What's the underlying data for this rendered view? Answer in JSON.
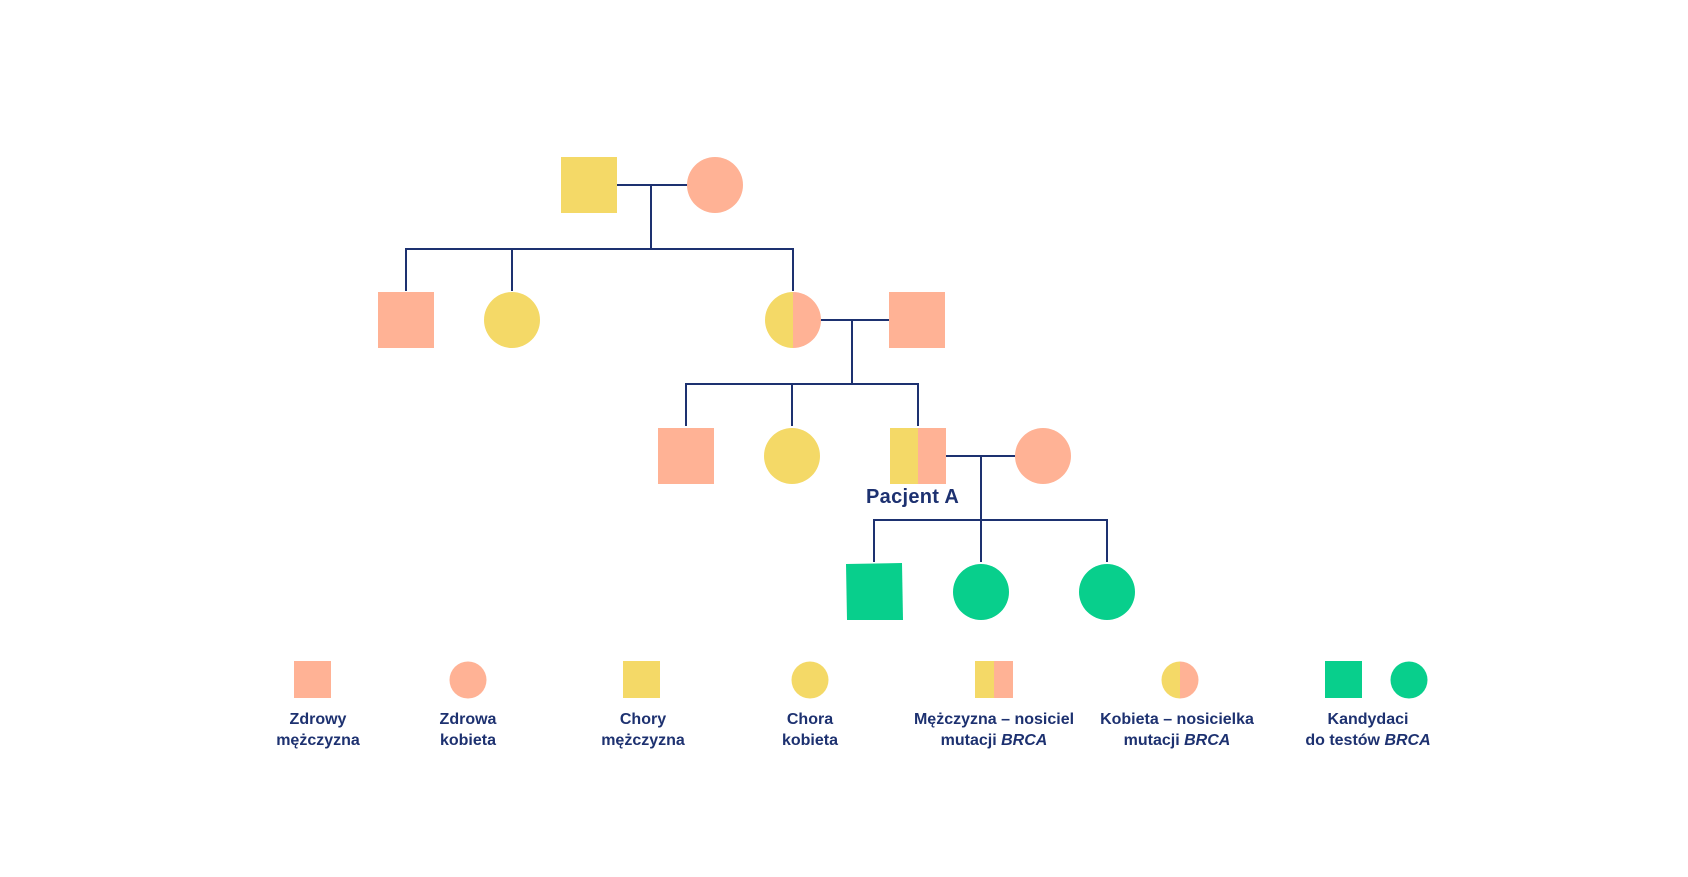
{
  "colors": {
    "healthy": "#ffb295",
    "sick": "#f4d967",
    "candidate": "#08cf8c",
    "line": "#1d3170"
  },
  "pedigree": {
    "patient_label": "Pacjent A"
  },
  "legend": [
    {
      "id": "healthy-male",
      "line1": "Zdrowy",
      "line2_text": "mężczyzna",
      "line2_italic": ""
    },
    {
      "id": "healthy-female",
      "line1": "Zdrowa",
      "line2_text": "kobieta",
      "line2_italic": ""
    },
    {
      "id": "sick-male",
      "line1": "Chory",
      "line2_text": "mężczyzna",
      "line2_italic": ""
    },
    {
      "id": "sick-female",
      "line1": "Chora",
      "line2_text": "kobieta",
      "line2_italic": ""
    },
    {
      "id": "carrier-male",
      "line1": "Mężczyzna – nosiciel",
      "line2_text": "mutacji ",
      "line2_italic": "BRCA"
    },
    {
      "id": "carrier-female",
      "line1": "Kobieta – nosicielka",
      "line2_text": "mutacji ",
      "line2_italic": "BRCA"
    },
    {
      "id": "candidates",
      "line1": "Kandydaci",
      "line2_text": "do testów ",
      "line2_italic": "BRCA"
    }
  ]
}
